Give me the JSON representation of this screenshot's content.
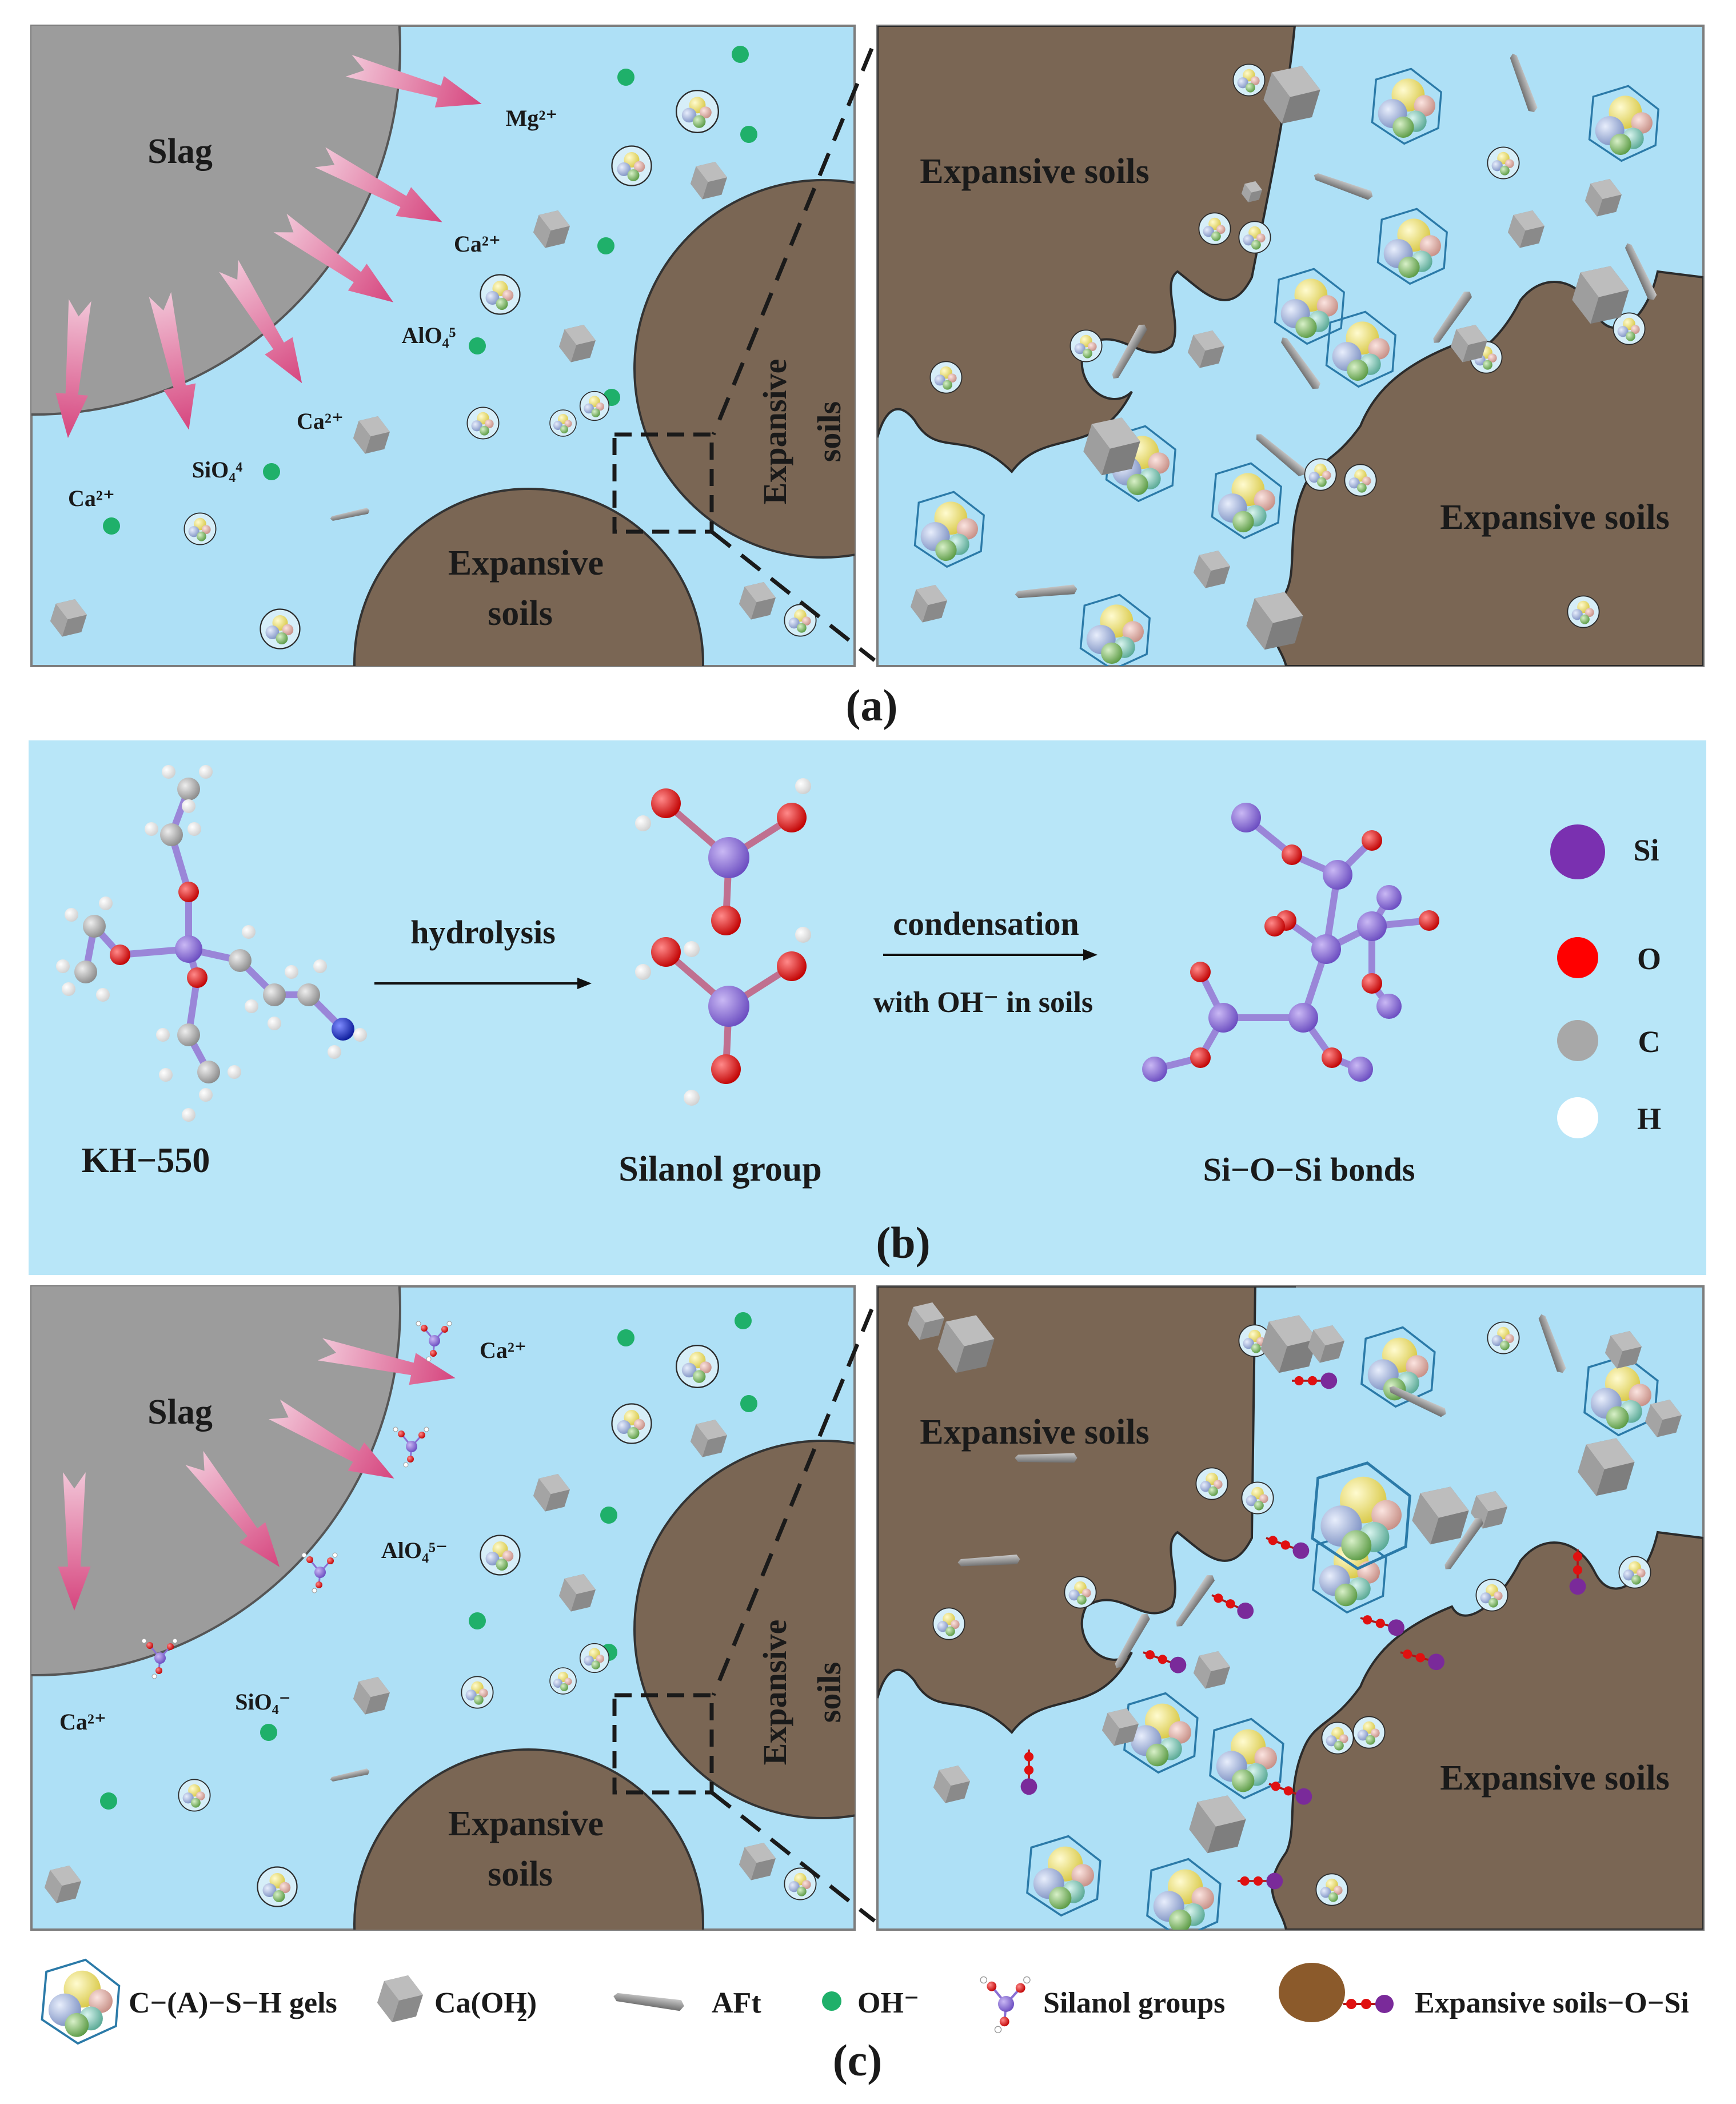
{
  "colors": {
    "solution": "#aee0f6",
    "solution_b": "#b8e6f8",
    "slag": "#9c9c9c",
    "soil": "#7a6654",
    "soil_legend": "#8b5a2b",
    "arrow": "#d95b8e",
    "oh": "#1fb06a",
    "si": "#8a6fd4",
    "o": "#e01010",
    "c": "#a8a8a8",
    "h": "#ffffff",
    "n": "#1a33cc",
    "dash": "#1a1a1a",
    "bond_dot": "#e01010",
    "bond_si": "#7a2a9a"
  },
  "panel_a": {
    "label": "(a)",
    "slag": "Slag",
    "soils": "Expansive soils",
    "soils_line1": "Expansive",
    "soils_line2": "soils",
    "ions": {
      "mg": "Mg²⁺",
      "ca1": "Ca²⁺",
      "alo": "AlO₄⁵",
      "ca2": "Ca²⁺",
      "sio": "SiO₄⁴",
      "ca3": "Ca²⁺"
    }
  },
  "panel_b": {
    "label": "(b)",
    "kh550": "KH−550",
    "hydrolysis": "hydrolysis",
    "silanol": "Silanol group",
    "condensation": "condensation",
    "condensation_sub": "with OH⁻ in soils",
    "bonds": "Si−O−Si bonds",
    "legend": {
      "si": "Si",
      "o": "O",
      "c": "C",
      "h": "H"
    }
  },
  "panel_c": {
    "label": "(c)",
    "slag": "Slag",
    "soils": "Expansive soils",
    "soils_line1": "Expansive",
    "soils_line2": "soils",
    "ions": {
      "ca1": "Ca²⁺",
      "alo": "AlO₄⁵⁻",
      "sio": "SiO₄⁻",
      "ca2": "Ca²⁺"
    }
  },
  "legend": {
    "csh": "C−(A)−S−H gels",
    "caoh": "Ca(OH)",
    "caoh_sub": "2",
    "aft": "AFt",
    "oh": "OH⁻",
    "silanol": "Silanol groups",
    "soil_bond": "Expansive soils−O−Si"
  }
}
